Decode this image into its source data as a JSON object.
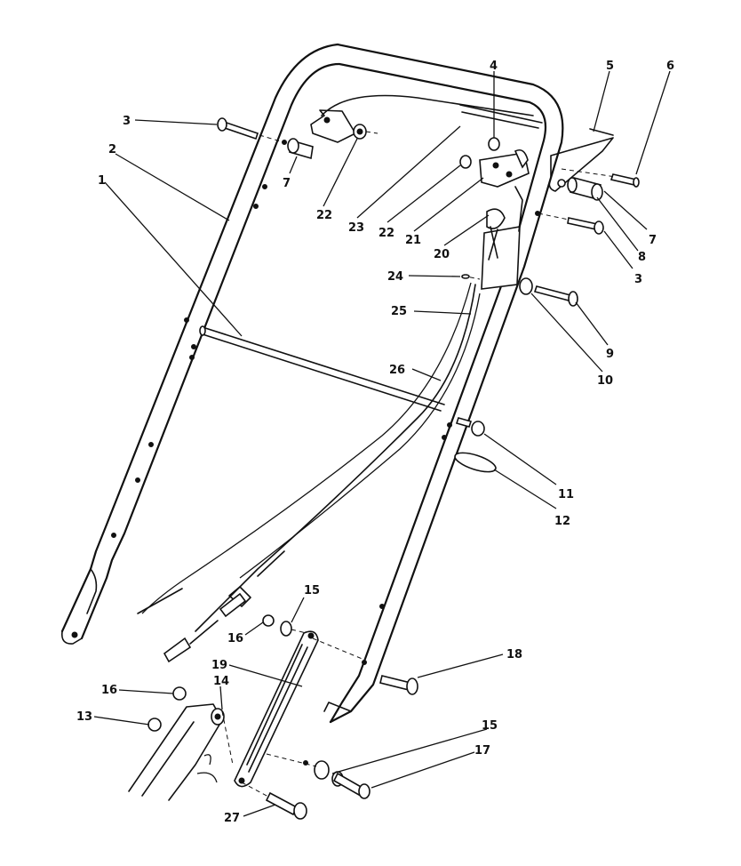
{
  "labels": [
    {
      "key": "p1",
      "text": "1"
    },
    {
      "key": "p2",
      "text": "2"
    },
    {
      "key": "p3a",
      "text": "3"
    },
    {
      "key": "p3b",
      "text": "3"
    },
    {
      "key": "p4",
      "text": "4"
    },
    {
      "key": "p5",
      "text": "5"
    },
    {
      "key": "p6",
      "text": "6"
    },
    {
      "key": "p7a",
      "text": "7"
    },
    {
      "key": "p7b",
      "text": "7"
    },
    {
      "key": "p8",
      "text": "8"
    },
    {
      "key": "p9",
      "text": "9"
    },
    {
      "key": "p10",
      "text": "10"
    },
    {
      "key": "p11",
      "text": "11"
    },
    {
      "key": "p12",
      "text": "12"
    },
    {
      "key": "p13",
      "text": "13"
    },
    {
      "key": "p14",
      "text": "14"
    },
    {
      "key": "p15a",
      "text": "15"
    },
    {
      "key": "p15b",
      "text": "15"
    },
    {
      "key": "p16a",
      "text": "16"
    },
    {
      "key": "p16b",
      "text": "16"
    },
    {
      "key": "p17",
      "text": "17"
    },
    {
      "key": "p18",
      "text": "18"
    },
    {
      "key": "p19",
      "text": "19"
    },
    {
      "key": "p20",
      "text": "20"
    },
    {
      "key": "p21",
      "text": "21"
    },
    {
      "key": "p22a",
      "text": "22"
    },
    {
      "key": "p22b",
      "text": "22"
    },
    {
      "key": "p23",
      "text": "23"
    },
    {
      "key": "p24",
      "text": "24"
    },
    {
      "key": "p25",
      "text": "25"
    },
    {
      "key": "p26",
      "text": "26"
    },
    {
      "key": "p27",
      "text": "27"
    }
  ]
}
